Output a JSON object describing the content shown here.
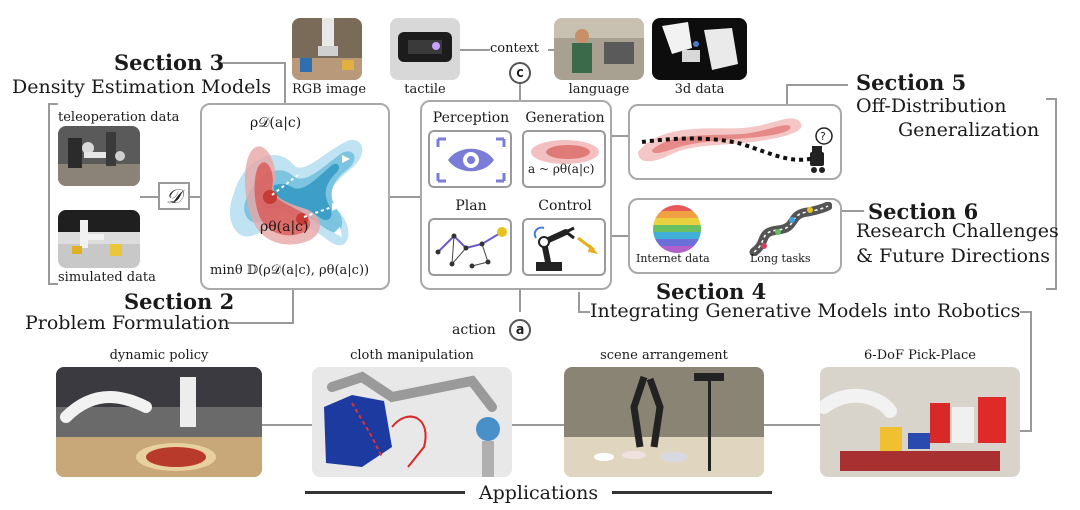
{
  "section3": {
    "number": "Section 3",
    "title": "Density Estimation Models"
  },
  "section2": {
    "number": "Section 2",
    "title": "Problem Formulation"
  },
  "section4": {
    "number": "Section 4",
    "title": "Integrating Generative Models into Robotics"
  },
  "section5": {
    "number": "Section 5",
    "title_line1": "Off-Distribution",
    "title_line2": "Generalization"
  },
  "section6": {
    "number": "Section 6",
    "title_line1": "Research Challenges",
    "title_line2": "& Future Directions"
  },
  "data_sources": {
    "teleoperation": "teleoperation data",
    "simulated": "simulated data",
    "dataset_symbol": "𝒟"
  },
  "density": {
    "rho_d": "ρ𝒟(a|c)",
    "rho_theta": "ρθ(a|c)",
    "objective": "minθ 𝔻(ρ𝒟(a|c), ρθ(a|c))"
  },
  "inputs": {
    "rgb": "RGB image",
    "tactile": "tactile",
    "context": "context",
    "context_symbol": "c",
    "language": "language",
    "data3d": "3d data"
  },
  "modules": {
    "perception": "Perception",
    "generation": "Generation",
    "generation_formula": "a ~ ρθ(a|c)",
    "plan": "Plan",
    "control": "Control"
  },
  "action": {
    "label": "action",
    "symbol": "a"
  },
  "challenges": {
    "internet": "Internet data",
    "long_tasks": "Long tasks"
  },
  "applications": {
    "title": "Applications",
    "items": [
      {
        "label": "dynamic policy"
      },
      {
        "label": "cloth manipulation"
      },
      {
        "label": "scene arrangement"
      },
      {
        "label": "6-DoF Pick-Place"
      }
    ]
  },
  "colors": {
    "frame": "#a9a9a9",
    "red_density": "#d9534f",
    "blue_density": "#5bb5d5",
    "purple": "#6a5acd"
  }
}
